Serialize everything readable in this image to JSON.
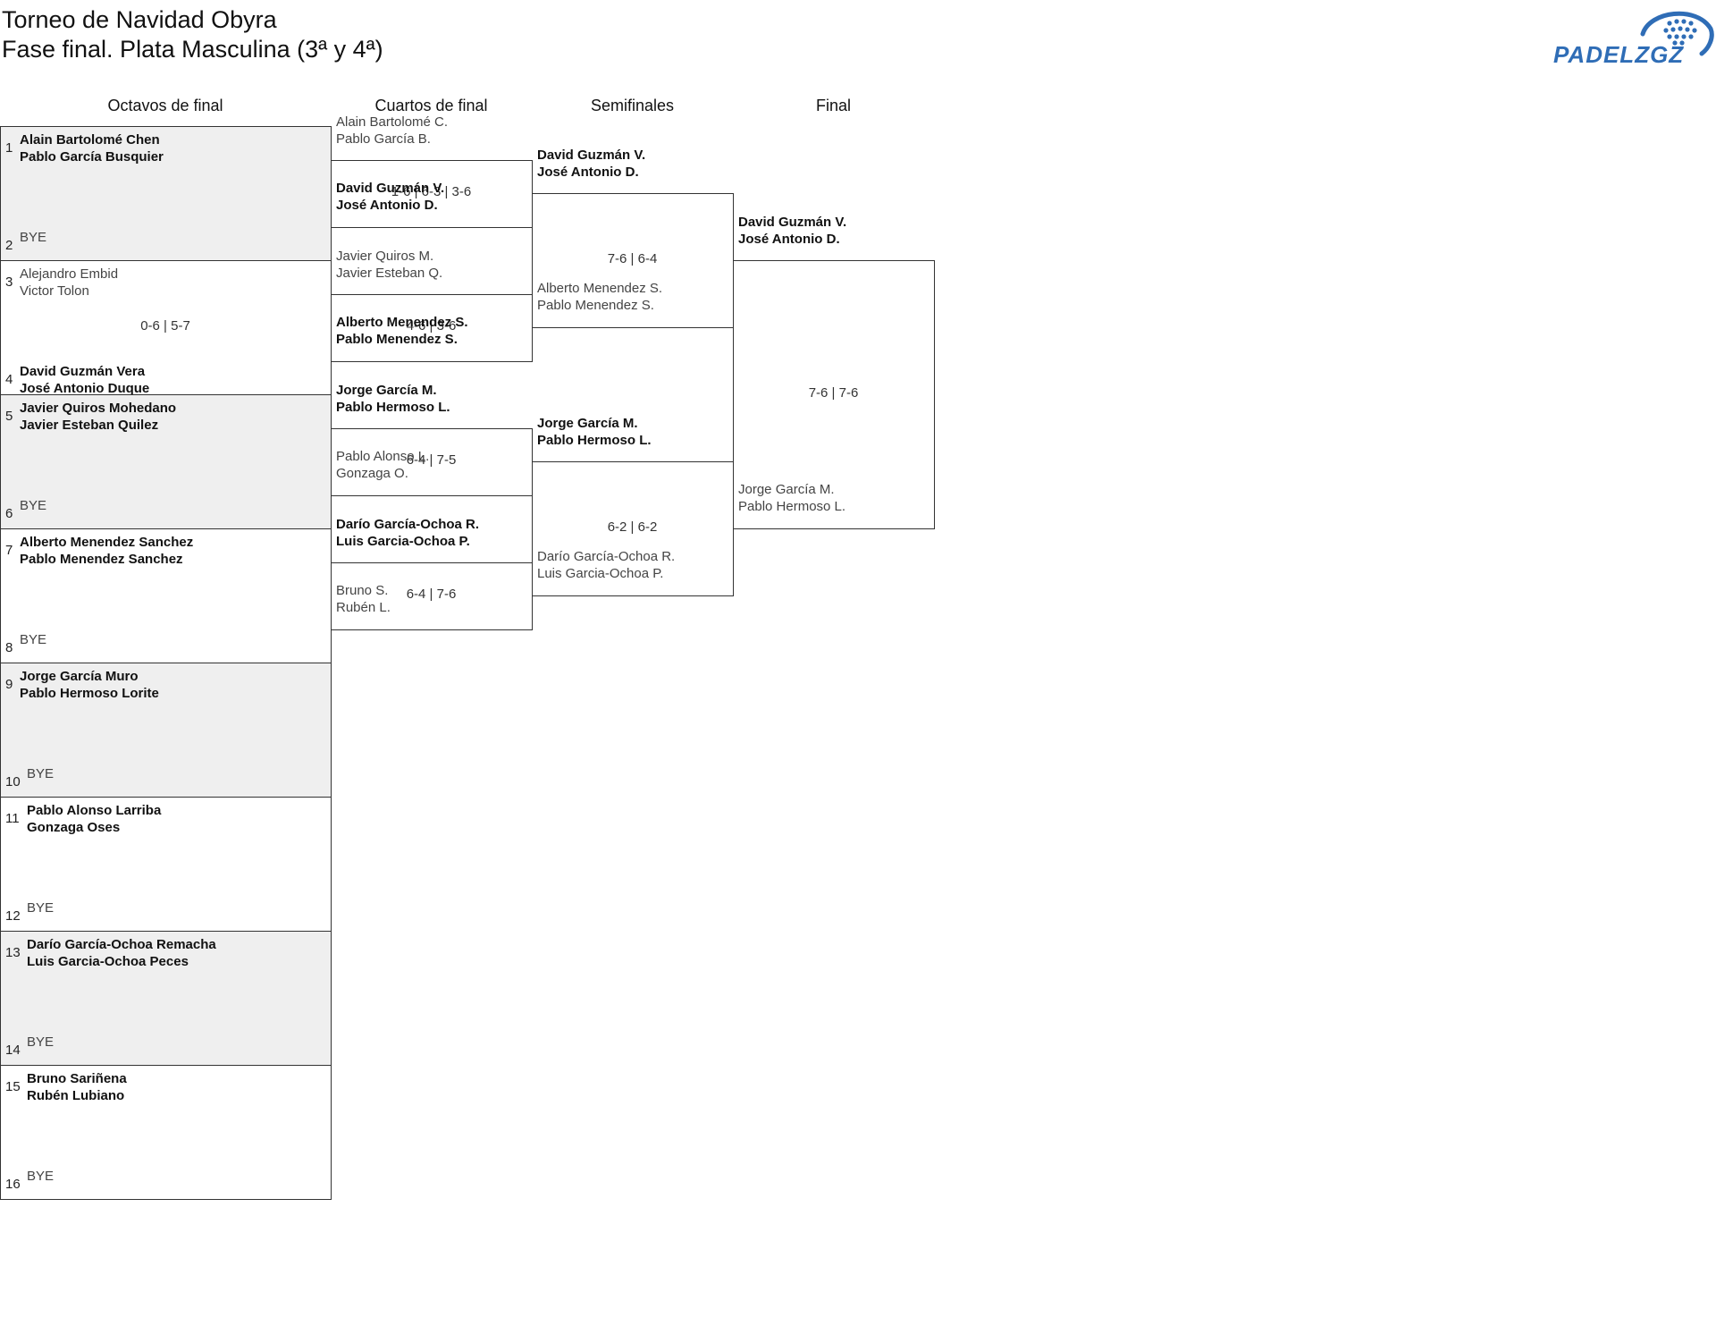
{
  "header": {
    "title": "Torneo de Navidad Obyra",
    "subtitle": "Fase final. Plata Masculina (3ª y 4ª)",
    "logo_text": "PADELZGZ"
  },
  "colors": {
    "brand_blue": "#2f6db6",
    "slot_shade": "#efefef",
    "line": "#333333"
  },
  "rounds": [
    "Octavos de final",
    "Cuartos de final",
    "Semifinales",
    "Final"
  ],
  "octavos": [
    {
      "seed": "1",
      "names": [
        "Alain Bartolomé Chen",
        "Pablo García Busquier"
      ],
      "winner": true
    },
    {
      "seed": "2",
      "names": [
        "BYE",
        ""
      ],
      "winner": false
    },
    {
      "seed": "3",
      "names": [
        "Alejandro Embid",
        "Victor Tolon"
      ],
      "winner": false
    },
    {
      "seed": "4",
      "names": [
        "David Guzmán Vera",
        "José Antonio Duque"
      ],
      "winner": true
    },
    {
      "seed": "5",
      "names": [
        "Javier Quiros Mohedano",
        "Javier Esteban Quilez"
      ],
      "winner": true
    },
    {
      "seed": "6",
      "names": [
        "BYE",
        ""
      ],
      "winner": false
    },
    {
      "seed": "7",
      "names": [
        "Alberto Menendez Sanchez",
        "Pablo Menendez Sanchez"
      ],
      "winner": true
    },
    {
      "seed": "8",
      "names": [
        "BYE",
        ""
      ],
      "winner": false
    },
    {
      "seed": "9",
      "names": [
        "Jorge García Muro",
        "Pablo Hermoso Lorite"
      ],
      "winner": true
    },
    {
      "seed": "10",
      "names": [
        "BYE",
        ""
      ],
      "winner": false
    },
    {
      "seed": "11",
      "names": [
        "Pablo Alonso Larriba",
        "Gonzaga Oses"
      ],
      "winner": true
    },
    {
      "seed": "12",
      "names": [
        "BYE",
        ""
      ],
      "winner": false
    },
    {
      "seed": "13",
      "names": [
        "Darío García-Ochoa Remacha",
        "Luis Garcia-Ochoa Peces"
      ],
      "winner": true
    },
    {
      "seed": "14",
      "names": [
        "BYE",
        ""
      ],
      "winner": false
    },
    {
      "seed": "15",
      "names": [
        "Bruno Sariñena",
        "Rubén Lubiano"
      ],
      "winner": true
    },
    {
      "seed": "16",
      "names": [
        "BYE",
        ""
      ],
      "winner": false
    }
  ],
  "octavos_scores": [
    "",
    "0-6 | 5-7",
    "",
    "",
    "",
    "",
    "",
    ""
  ],
  "cuartos": [
    {
      "names": [
        "Alain Bartolomé C.",
        "Pablo García B."
      ],
      "winner": false
    },
    {
      "names": [
        "David Guzmán V.",
        "José Antonio D."
      ],
      "winner": true
    },
    {
      "names": [
        "Javier Quiros M.",
        "Javier Esteban Q."
      ],
      "winner": false
    },
    {
      "names": [
        "Alberto Menendez S.",
        "Pablo Menendez S."
      ],
      "winner": true
    },
    {
      "names": [
        "Jorge García M.",
        "Pablo Hermoso L."
      ],
      "winner": true
    },
    {
      "names": [
        "Pablo Alonso L.",
        "Gonzaga O."
      ],
      "winner": false
    },
    {
      "names": [
        "Darío García-Ochoa R.",
        "Luis Garcia-Ochoa P."
      ],
      "winner": true
    },
    {
      "names": [
        "Bruno S.",
        "Rubén L."
      ],
      "winner": false
    }
  ],
  "cuartos_scores": [
    "1-6 | 6-3 | 3-6",
    "4-6 | 3-6",
    "6-4 | 7-5",
    "6-4 | 7-6"
  ],
  "semis": [
    {
      "names": [
        "David Guzmán V.",
        "José Antonio D."
      ],
      "winner": true
    },
    {
      "names": [
        "Alberto Menendez S.",
        "Pablo Menendez S."
      ],
      "winner": false
    },
    {
      "names": [
        "Jorge García M.",
        "Pablo Hermoso L."
      ],
      "winner": true
    },
    {
      "names": [
        "Darío García-Ochoa R.",
        "Luis Garcia-Ochoa P."
      ],
      "winner": false
    }
  ],
  "semis_scores": [
    "7-6 | 6-4",
    "6-2 | 6-2"
  ],
  "final": [
    {
      "names": [
        "David Guzmán V.",
        "José Antonio D."
      ],
      "winner": true
    },
    {
      "names": [
        "Jorge García M.",
        "Pablo Hermoso L."
      ],
      "winner": false
    }
  ],
  "final_scores": [
    "7-6 | 7-6"
  ]
}
